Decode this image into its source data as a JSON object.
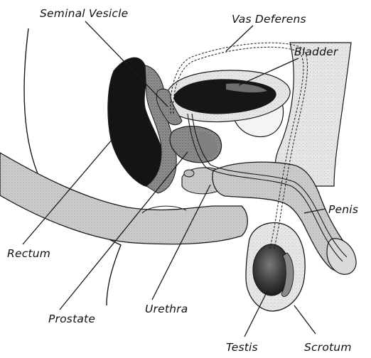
{
  "labels": {
    "seminal_vesicle": "Seminal Vesicle",
    "vas_deferens": "Vas Deferens",
    "bladder": "Bladder",
    "penis": "Penis",
    "rectum": "Rectum",
    "prostate": "Prostate",
    "urethra": "Urethra",
    "testis": "Testis",
    "scrotum": "Scrotum"
  },
  "colors": {
    "ink": "#1a1a1a",
    "tissue_light": "#d7d7d7",
    "tissue_mid": "#a9a9a9",
    "tissue_dark": "#5c5c5c",
    "cavity": "#141414"
  }
}
